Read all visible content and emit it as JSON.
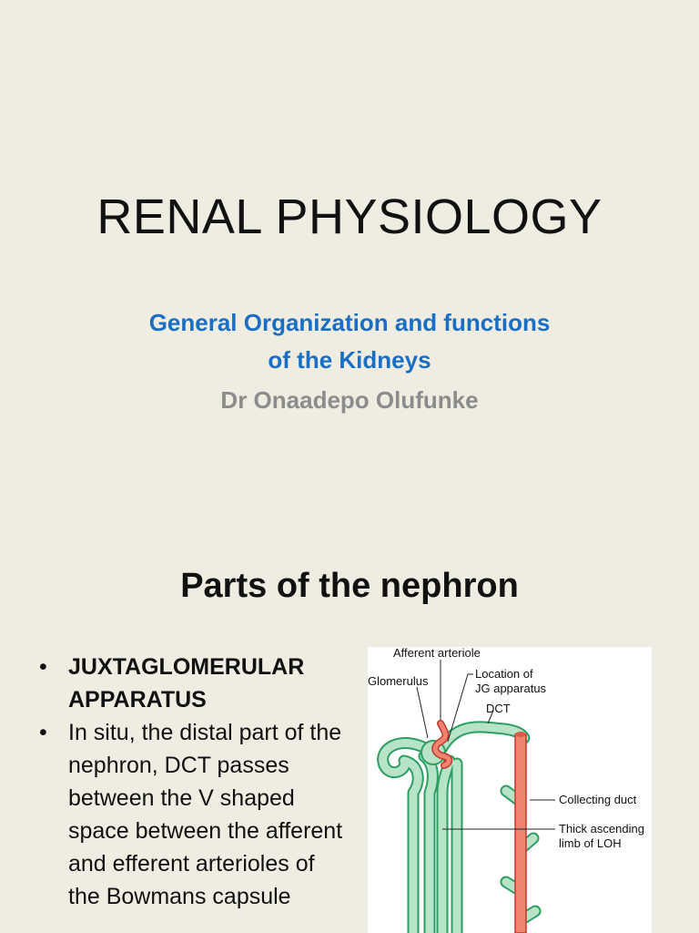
{
  "slide1": {
    "title": "RENAL PHYSIOLOGY",
    "subtitle_line1": "General Organization and functions",
    "subtitle_line2": "of the Kidneys",
    "author": "Dr Onaadepo Olufunke"
  },
  "slide2": {
    "title": "Parts of the nephron",
    "bullets": [
      "JUXTAGLOMERULAR APPARATUS",
      "In situ, the distal part of the nephron, DCT passes between the V shaped space between the afferent and efferent arterioles of the Bowmans capsule"
    ],
    "figure": {
      "labels": {
        "afferent": "Afferent arteriole",
        "glomerulus": "Glomerulus",
        "location1": "Location of",
        "location2": "JG apparatus",
        "dct": "DCT",
        "collecting": "Collecting duct",
        "thick1": "Thick ascending",
        "thick2": "limb of LOH"
      },
      "colors": {
        "tubule": "#b7e4c7",
        "tubule_edge": "#2e9e63",
        "vessel": "#ef8472",
        "vessel_edge": "#c0392b"
      }
    }
  }
}
